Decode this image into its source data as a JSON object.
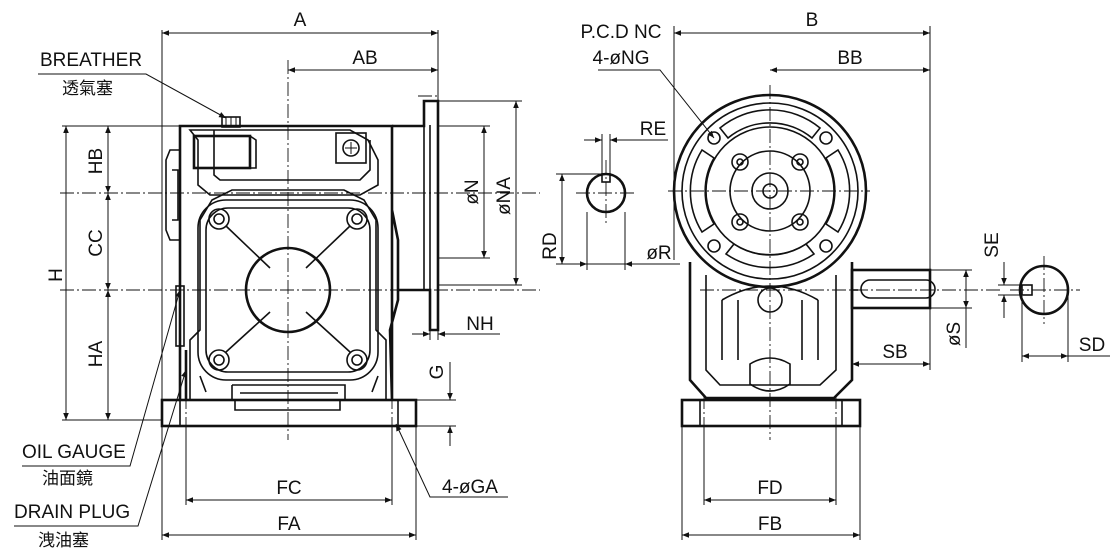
{
  "dimensions": {
    "A": "A",
    "AB": "AB",
    "B": "B",
    "BB": "BB",
    "H": "H",
    "HB": "HB",
    "CC": "CC",
    "HA": "HA",
    "N": "øN",
    "NA": "øNA",
    "NH": "NH",
    "G": "G",
    "FC": "FC",
    "FA": "FA",
    "GA": "4-øGA",
    "RE": "RE",
    "RD": "RD",
    "R": "øR",
    "FD": "FD",
    "FB": "FB",
    "S": "øS",
    "SB": "SB",
    "SE": "SE",
    "SD": "SD",
    "PCD": "P.C.D NC",
    "NG": "4-øNG"
  },
  "callouts": {
    "breather": "BREATHER",
    "breather_zh": "透氣塞",
    "oil_gauge": "OIL GAUGE",
    "oil_gauge_zh": "油面鏡",
    "drain_plug": "DRAIN PLUG",
    "drain_plug_zh": "洩油塞"
  }
}
